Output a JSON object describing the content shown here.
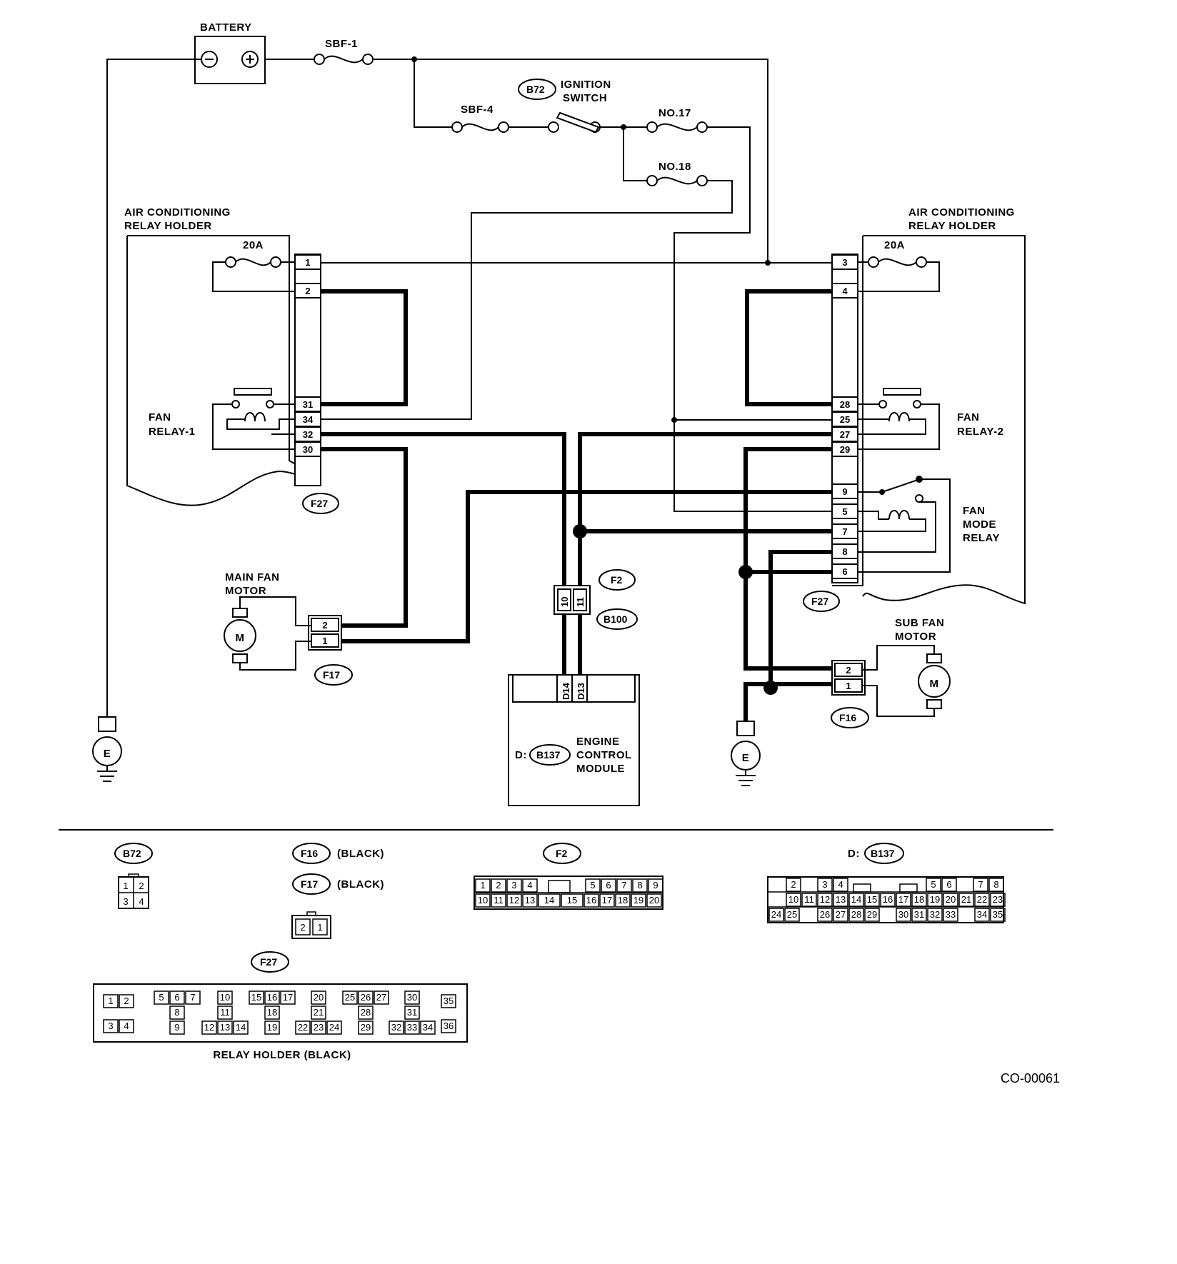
{
  "components": {
    "battery": "BATTERY",
    "sbf1": "SBF-1",
    "sbf4": "SBF-4",
    "ignition_code": "B72",
    "ignition_l1": "IGNITION",
    "ignition_l2": "SWITCH",
    "fuse17": "NO.17",
    "fuse18": "NO.18",
    "holder_l1": "AIR CONDITIONING",
    "holder_l2": "RELAY HOLDER",
    "fuse20a": "20A",
    "fan_relay1_l1": "FAN",
    "fan_relay1_l2": "RELAY-1",
    "fan_relay2_l1": "FAN",
    "fan_relay2_l2": "RELAY-2",
    "fan_mode_l1": "FAN",
    "fan_mode_l2": "MODE",
    "fan_mode_l3": "RELAY",
    "main_fan_l1": "MAIN FAN",
    "main_fan_l2": "MOTOR",
    "sub_fan_l1": "SUB FAN",
    "sub_fan_l2": "MOTOR",
    "motor_symbol": "M",
    "ground_symbol": "E",
    "ecm_l1": "ENGINE",
    "ecm_l2": "CONTROL",
    "ecm_l3": "MODULE",
    "ecm_prefix": "D:",
    "ecm_code": "B137"
  },
  "connectors": {
    "f27": "F27",
    "f17": "F17",
    "f16": "F16",
    "f2": "F2",
    "b100": "B100",
    "b137": "B137",
    "b72": "B72"
  },
  "pins": {
    "left": [
      "1",
      "2",
      "31",
      "34",
      "32",
      "30"
    ],
    "right": [
      "3",
      "4",
      "28",
      "25",
      "27",
      "29",
      "9",
      "5",
      "7",
      "8",
      "6"
    ],
    "f2_pair": [
      "10",
      "11"
    ],
    "ecm_pair": [
      "D14",
      "D13"
    ],
    "motor": [
      "2",
      "1"
    ]
  },
  "legend": {
    "black": "(BLACK)",
    "relay_holder": "RELAY HOLDER (BLACK)",
    "b72_pins": [
      "1",
      "2",
      "3",
      "4"
    ],
    "f1617_pins": [
      "2",
      "1"
    ],
    "f2_row1": [
      "1",
      "2",
      "3",
      "4",
      "5",
      "6",
      "7",
      "8",
      "9"
    ],
    "f2_row2": [
      "10",
      "11",
      "12",
      "13",
      "14",
      "15",
      "16",
      "17",
      "18",
      "19",
      "20"
    ],
    "b137_row1": [
      "2",
      "3",
      "4",
      "5",
      "6",
      "7",
      "8"
    ],
    "b137_row2": [
      "10",
      "11",
      "12",
      "13",
      "14",
      "15",
      "16",
      "17",
      "18",
      "19",
      "20",
      "21",
      "22",
      "23"
    ],
    "b137_row3": [
      "24",
      "25",
      "26",
      "27",
      "28",
      "29",
      "30",
      "31",
      "32",
      "33",
      "34",
      "35"
    ],
    "f27_a": [
      "1",
      "2",
      "3",
      "4"
    ],
    "f27_b": [
      "5",
      "6",
      "7",
      "8",
      "9"
    ],
    "f27_c": [
      "10",
      "11",
      "12",
      "13",
      "14"
    ],
    "f27_d": [
      "15",
      "16",
      "17",
      "18",
      "19"
    ],
    "f27_e": [
      "20",
      "21",
      "22",
      "23",
      "24"
    ],
    "f27_f": [
      "25",
      "26",
      "27",
      "28",
      "29"
    ],
    "f27_g": [
      "30",
      "31",
      "32",
      "33",
      "34"
    ],
    "f27_h": [
      "35",
      "36"
    ]
  },
  "doc_code": "CO-00061"
}
